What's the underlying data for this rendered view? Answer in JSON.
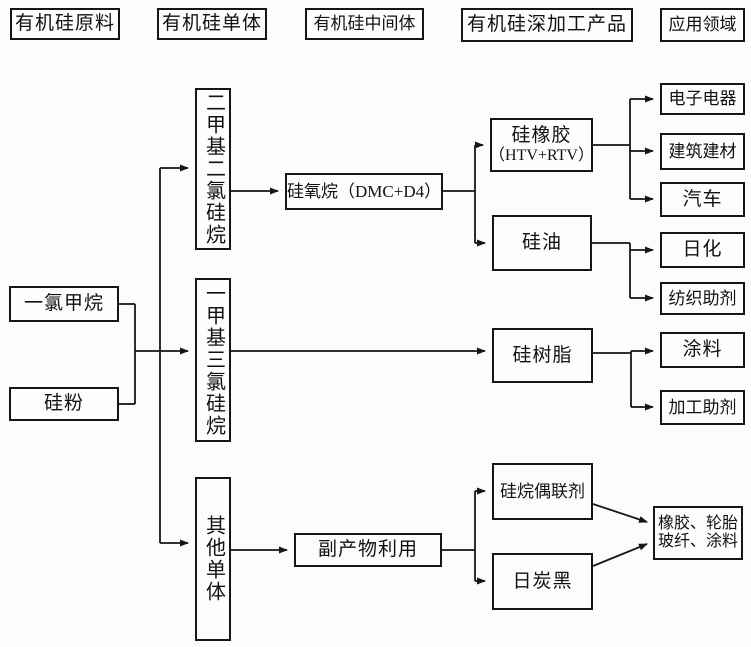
{
  "colors": {
    "line": "#161616",
    "box_border": "#161616",
    "background": "#fcfcfc",
    "text": "#111111"
  },
  "headers": {
    "raw": "有机硅原料",
    "monomer": "有机硅单体",
    "intermediate": "有机硅中间体",
    "product": "有机硅深加工产品",
    "application": "应用领域"
  },
  "nodes": {
    "chloromethane": "一氯甲烷",
    "silicon_powder": "硅粉",
    "dimethyl_dichlorosilane": "二甲基二氯硅烷",
    "methyl_trichlorosilane": "一甲基三氯硅烷",
    "other_monomer": "其他单体",
    "siloxane": "硅氧烷（DMC+D4）",
    "byproduct_use": "副产物利用",
    "silicone_rubber_l1": "硅橡胶",
    "silicone_rubber_l2": "（HTV+RTV）",
    "silicone_oil": "硅油",
    "silicone_resin": "硅树脂",
    "silane_coupling": "硅烷偶联剂",
    "carbon_black": "日炭黑",
    "electronics": "电子电器",
    "construction": "建筑建材",
    "automobile": "汽车",
    "daily_chemical": "日化",
    "textile_aux": "纺织助剂",
    "coatings": "涂料",
    "processing_aux": "加工助剂",
    "rubber_tire_l1": "橡胶、轮胎",
    "rubber_tire_l2": "玻纤、涂料"
  },
  "edges": [
    {
      "from": "chloromethane",
      "to": "dimethyl_dichlorosilane"
    },
    {
      "from": "chloromethane",
      "to": "methyl_trichlorosilane"
    },
    {
      "from": "chloromethane",
      "to": "other_monomer"
    },
    {
      "from": "silicon_powder",
      "to": "dimethyl_dichlorosilane"
    },
    {
      "from": "silicon_powder",
      "to": "methyl_trichlorosilane"
    },
    {
      "from": "silicon_powder",
      "to": "other_monomer"
    },
    {
      "from": "dimethyl_dichlorosilane",
      "to": "siloxane"
    },
    {
      "from": "siloxane",
      "to": "silicone_rubber"
    },
    {
      "from": "siloxane",
      "to": "silicone_oil"
    },
    {
      "from": "silicone_rubber",
      "to": "electronics"
    },
    {
      "from": "silicone_rubber",
      "to": "construction"
    },
    {
      "from": "silicone_rubber",
      "to": "automobile"
    },
    {
      "from": "silicone_oil",
      "to": "daily_chemical"
    },
    {
      "from": "silicone_oil",
      "to": "textile_aux"
    },
    {
      "from": "methyl_trichlorosilane",
      "to": "silicone_resin"
    },
    {
      "from": "silicone_resin",
      "to": "coatings"
    },
    {
      "from": "silicone_resin",
      "to": "processing_aux"
    },
    {
      "from": "other_monomer",
      "to": "byproduct_use"
    },
    {
      "from": "byproduct_use",
      "to": "silane_coupling"
    },
    {
      "from": "byproduct_use",
      "to": "carbon_black"
    },
    {
      "from": "silane_coupling",
      "to": "rubber_tire"
    },
    {
      "from": "carbon_black",
      "to": "rubber_tire"
    }
  ]
}
